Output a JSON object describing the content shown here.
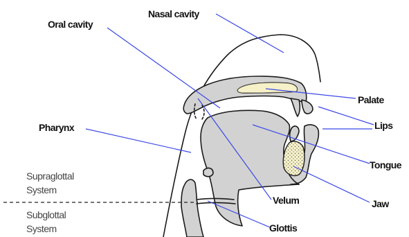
{
  "labels": {
    "nasal_cavity": "Nasal cavity",
    "oral_cavity": "Oral cavity",
    "palate": "Palate",
    "lips": "Lips",
    "pharynx": "Pharynx",
    "tongue": "Tongue",
    "jaw": "Jaw",
    "velum": "Velum",
    "glottis": "Glottis"
  },
  "systems": {
    "supraglottal": [
      "Supraglottal",
      "System"
    ],
    "subglottal": [
      "Subglottal",
      "System"
    ]
  },
  "colors": {
    "leader_lines": "#3b48e6",
    "tissue": "#d2d2d2",
    "bone": "#f6f1c8",
    "outline": "#1a1a1a"
  }
}
